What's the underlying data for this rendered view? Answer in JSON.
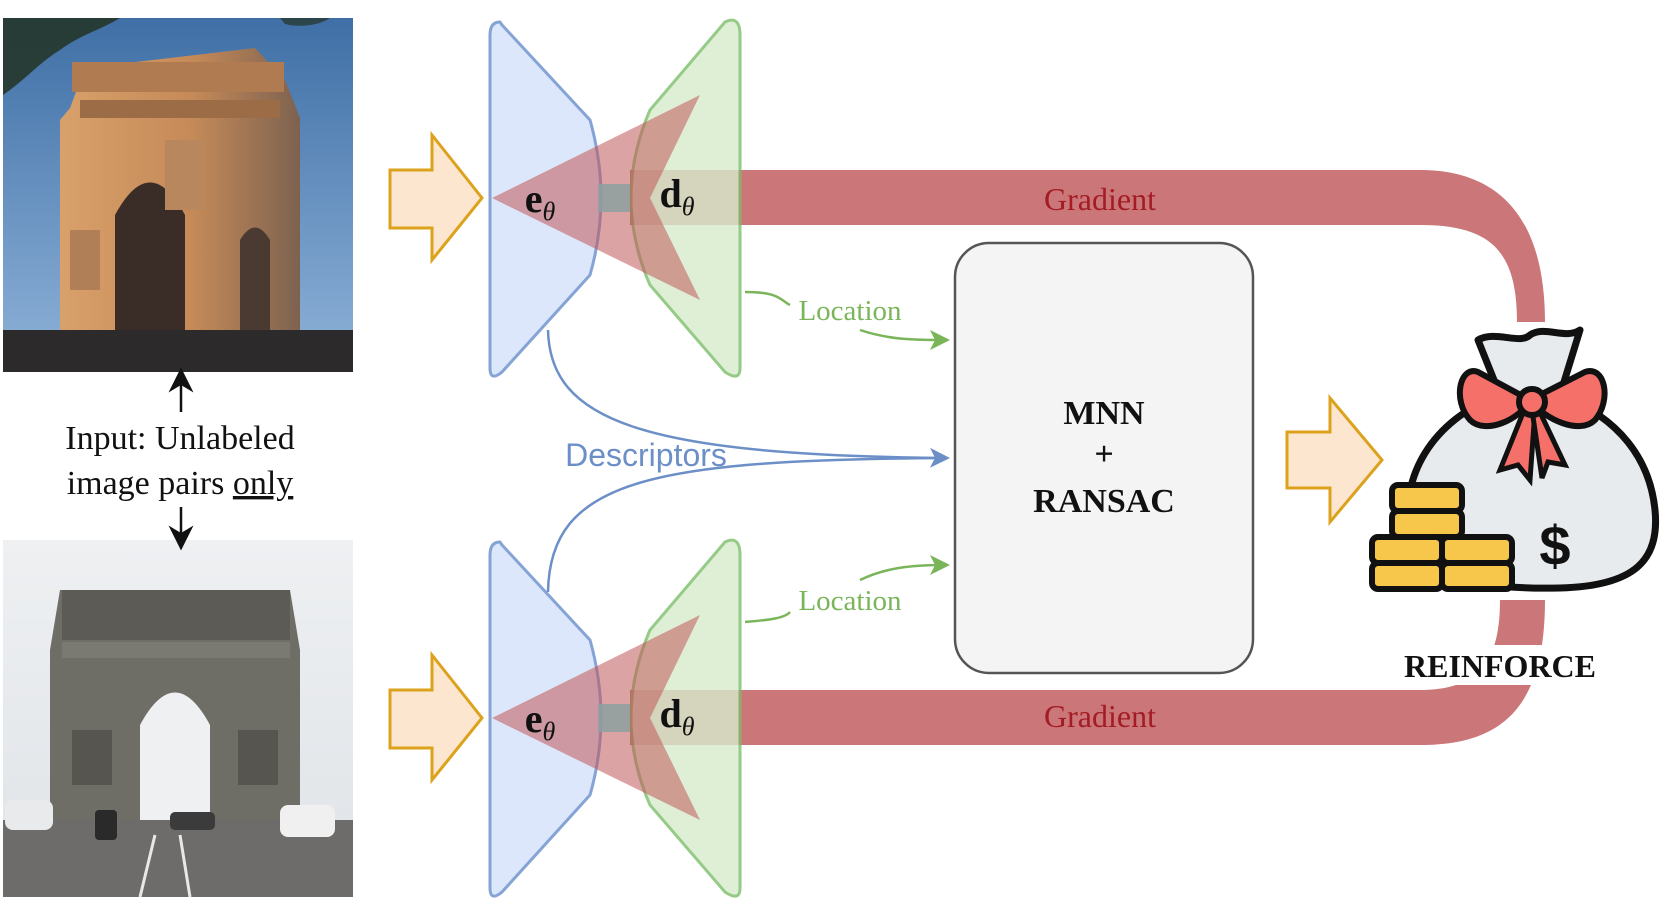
{
  "input": {
    "label_line1": "Input: Unlabeled",
    "label_line2_prefix": "image pairs ",
    "label_line2_underlined": "only"
  },
  "encoder": {
    "main": "e",
    "sub": "θ"
  },
  "decoder": {
    "main": "d",
    "sub": "θ"
  },
  "gradient_label": "Gradient",
  "location_label": "Location",
  "descriptors_label": "Descriptors",
  "matcher": {
    "line1": "MNN",
    "line2": "+",
    "line3": "RANSAC"
  },
  "reward": {
    "label": "REINFORCE",
    "currency_symbol": "$"
  },
  "colors": {
    "encoder_fill": "#dce6fb",
    "encoder_stroke": "#7f9fd2",
    "decoder_fill": "#d8eccd",
    "decoder_stroke": "#7cbd6a",
    "gradient": "#c0585a",
    "gradient_text": "#a31c25",
    "location": "#7ab55a",
    "descriptors": "#6c8fc7",
    "input_arrow_fill": "#fde6cf",
    "input_arrow_stroke": "#dca21c",
    "matcher_fill": "#f4f4f4",
    "matcher_stroke": "#555555",
    "bag_fill": "#e8ebee",
    "bow": "#f47069",
    "coin": "#f6c74b"
  },
  "icons": {
    "top_photo": "arc-de-triomphe-sunset-photo",
    "bottom_photo": "arc-de-triomphe-street-photo",
    "reward_icon": "money-bag-with-coins-icon"
  }
}
